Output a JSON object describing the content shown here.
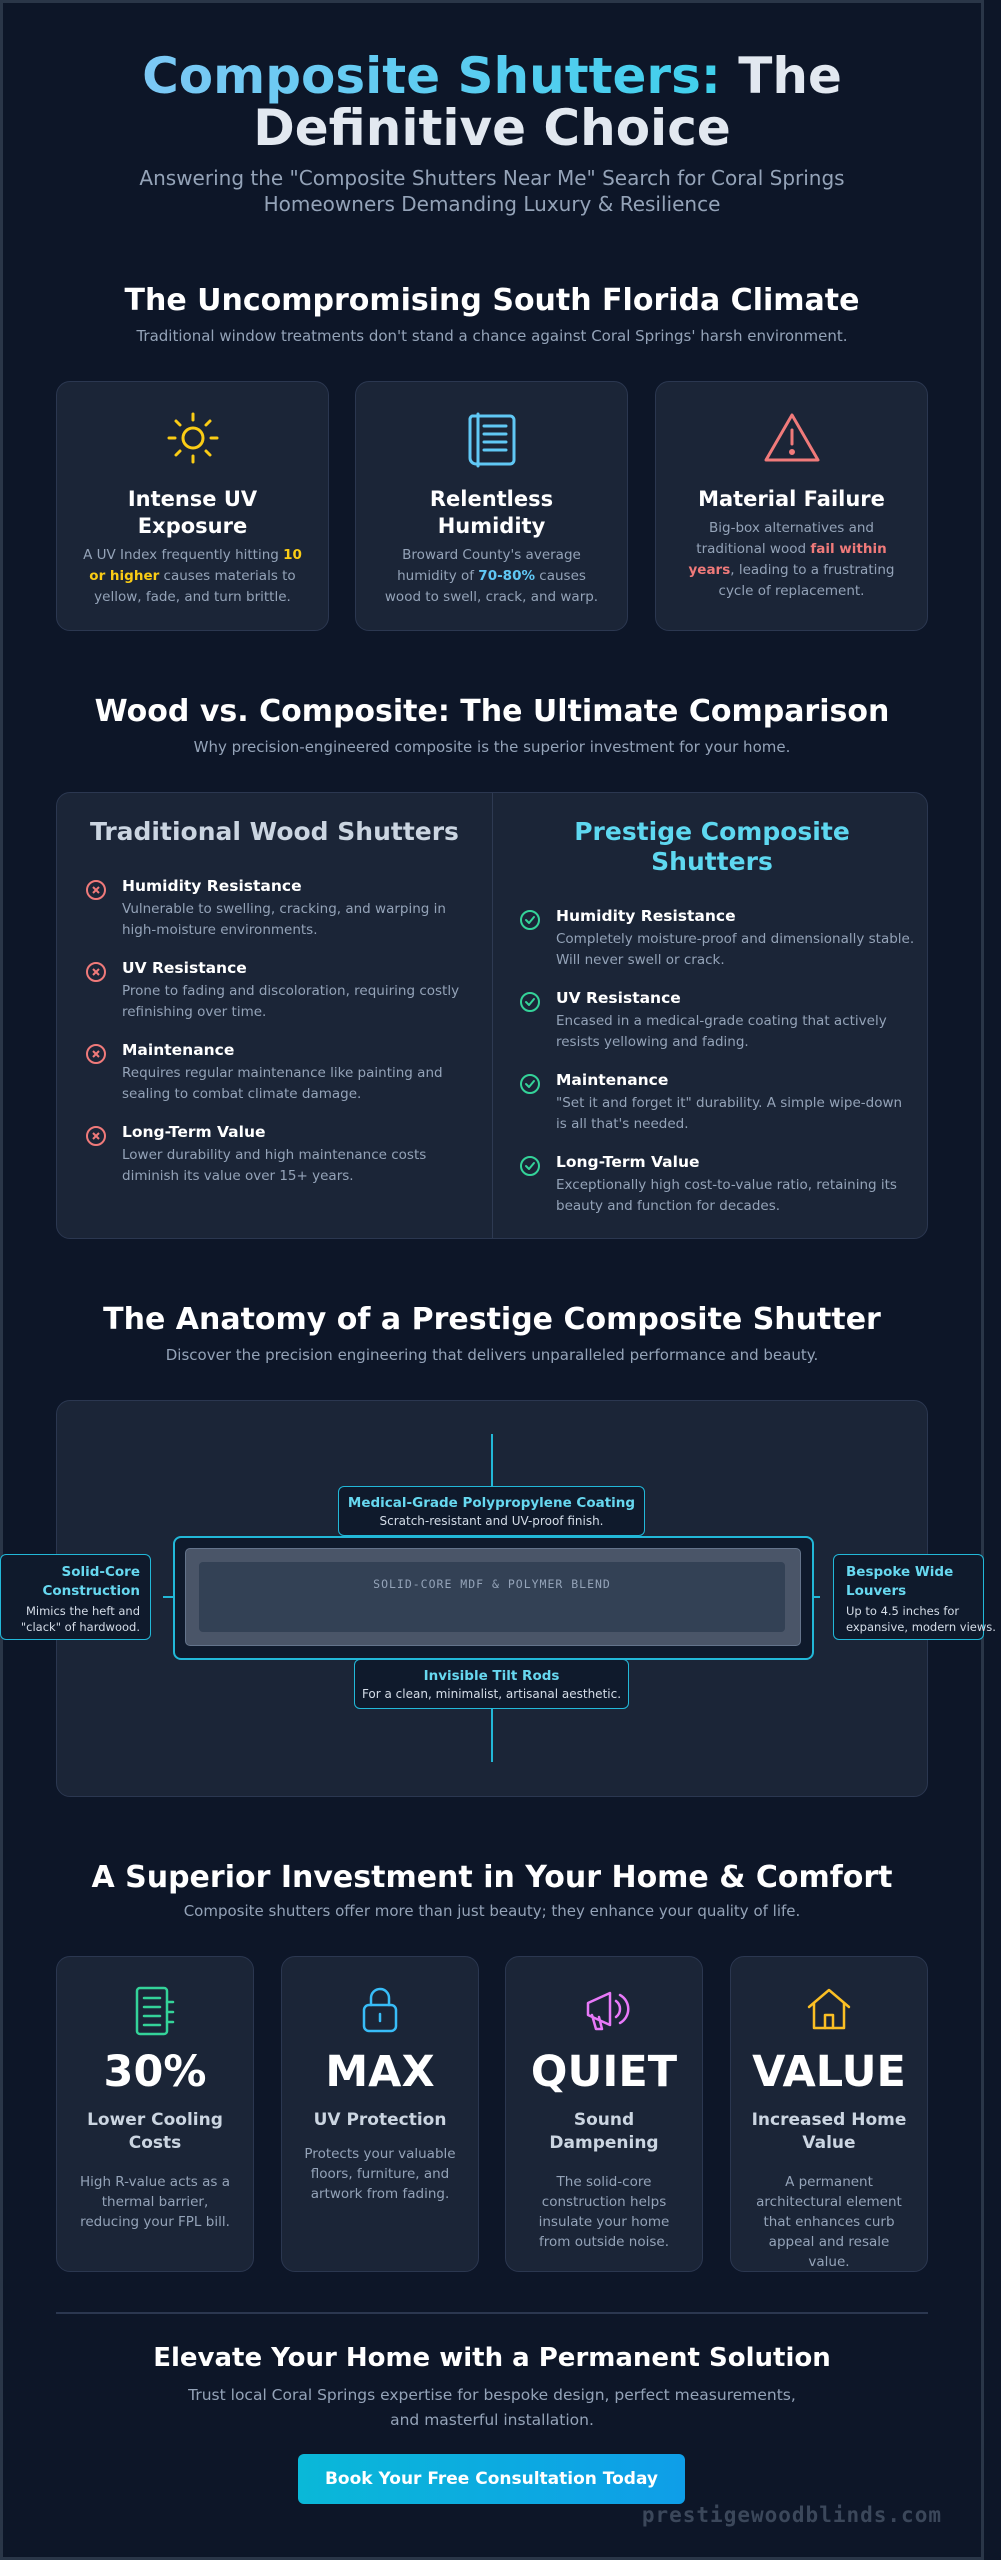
{
  "hero": {
    "title_accent": "Composite Shutters:",
    "title_rest_1": " The",
    "title_rest_2": "Definitive Choice",
    "subtitle": "Answering the \"Composite Shutters Near Me\" Search for Coral Springs Homeowners Demanding Luxury & Resilience"
  },
  "climate": {
    "heading": "The Uncompromising South Florida Climate",
    "subheading": "Traditional window treatments don't stand a chance against Coral Springs' harsh environment.",
    "cards": [
      {
        "icon": "sun-icon",
        "title": "Intense UV Exposure",
        "desc_pre": "A UV Index frequently hitting ",
        "desc_hl": "10 or higher",
        "desc_post": " causes materials to yellow, fade, and turn brittle."
      },
      {
        "icon": "document-icon",
        "title": "Relentless Humidity",
        "desc_pre": "Broward County's average humidity of ",
        "desc_hl": "70-80%",
        "desc_post": " causes wood to swell, crack, and warp."
      },
      {
        "icon": "warning-icon",
        "title": "Material Failure",
        "desc_pre": "Big-box alternatives and traditional wood ",
        "desc_hl": "fail within years",
        "desc_post": ", leading to a frustrating cycle of replacement."
      }
    ]
  },
  "comparison": {
    "heading": "Wood vs. Composite: The Ultimate Comparison",
    "subheading": "Why precision-engineered composite is the superior investment for your home.",
    "wood": {
      "title": "Traditional Wood Shutters",
      "items": [
        {
          "title": "Humidity Resistance",
          "desc": "Vulnerable to swelling, cracking, and warping in high-moisture environments."
        },
        {
          "title": "UV Resistance",
          "desc": "Prone to fading and discoloration, requiring costly refinishing over time."
        },
        {
          "title": "Maintenance",
          "desc": "Requires regular maintenance like painting and sealing to combat climate damage."
        },
        {
          "title": "Long-Term Value",
          "desc": "Lower durability and high maintenance costs diminish its value over 15+ years."
        }
      ]
    },
    "composite": {
      "title": "Prestige Composite Shutters",
      "items": [
        {
          "title": "Humidity Resistance",
          "desc": "Completely moisture-proof and dimensionally stable. Will never swell or crack."
        },
        {
          "title": "UV Resistance",
          "desc": "Encased in a medical-grade coating that actively resists yellowing and fading."
        },
        {
          "title": "Maintenance",
          "desc": "\"Set it and forget it\" durability. A simple wipe-down is all that's needed."
        },
        {
          "title": "Long-Term Value",
          "desc": "Exceptionally high cost-to-value ratio, retaining its beauty and function for decades."
        }
      ]
    }
  },
  "anatomy": {
    "heading": "The Anatomy of a Prestige Composite Shutter",
    "subheading": "Discover the precision engineering that delivers unparalleled performance and beauty.",
    "core_label": "SOLID-CORE MDF & POLYMER BLEND",
    "top": {
      "title": "Medical-Grade Polypropylene Coating",
      "desc": "Scratch-resistant and UV-proof finish."
    },
    "bottom": {
      "title": "Invisible Tilt Rods",
      "desc": "For a clean, minimalist, artisanal aesthetic."
    },
    "left": {
      "title": "Solid-Core Construction",
      "desc": "Mimics the heft and \"clack\" of hardwood."
    },
    "right": {
      "title": "Bespoke Wide Louvers",
      "desc": "Up to 4.5 inches for expansive, modern views."
    }
  },
  "investment": {
    "heading": "A Superior Investment in Your Home & Comfort",
    "subheading": "Composite shutters offer more than just beauty; they enhance your quality of life.",
    "cards": [
      {
        "icon": "calculator-icon",
        "color": "#34d399",
        "big": "30%",
        "label": "Lower Cooling Costs",
        "desc": "High R-value acts as a thermal barrier, reducing your FPL bill."
      },
      {
        "icon": "lock-icon",
        "color": "#38bdf8",
        "big": "MAX",
        "label": "UV Protection",
        "desc": "Protects your valuable floors, furniture, and artwork from fading."
      },
      {
        "icon": "megaphone-icon",
        "color": "#e879f9",
        "big": "QUIET",
        "label": "Sound Dampening",
        "desc": "The solid-core construction helps insulate your home from outside noise."
      },
      {
        "icon": "home-icon",
        "color": "#fbbf24",
        "big": "VALUE",
        "label": "Increased Home Value",
        "desc": "A permanent architectural element that enhances curb appeal and resale value."
      }
    ]
  },
  "cta_section": {
    "heading": "Elevate Your Home with a Permanent Solution",
    "subheading": "Trust local Coral Springs expertise for bespoke design, perfect measurements, and masterful installation.",
    "button": "Book Your Free Consultation Today"
  },
  "watermark": "prestigewoodblinds.com"
}
